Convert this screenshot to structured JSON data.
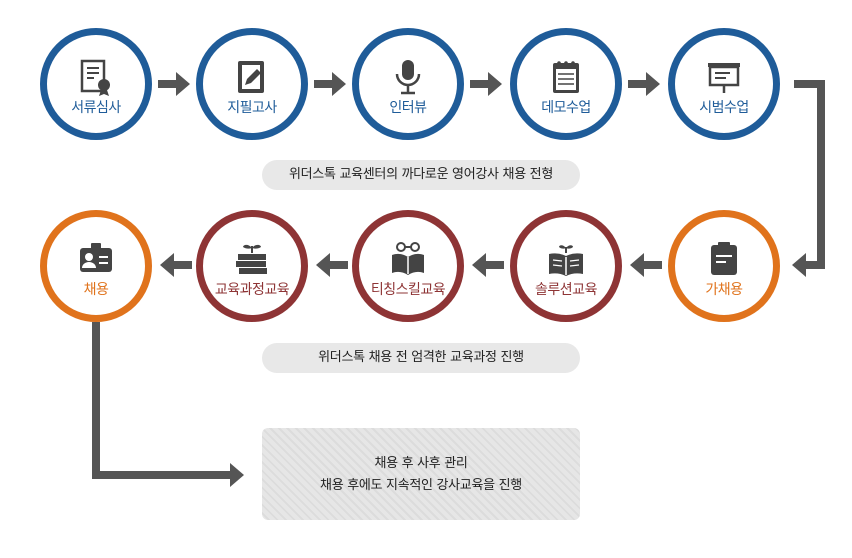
{
  "row1": [
    {
      "label": "서류심사",
      "icon": "document-certificate-icon"
    },
    {
      "label": "지필고사",
      "icon": "pen-paper-icon"
    },
    {
      "label": "인터뷰",
      "icon": "microphone-icon"
    },
    {
      "label": "데모수업",
      "icon": "notepad-icon"
    },
    {
      "label": "시범수업",
      "icon": "presentation-board-icon"
    }
  ],
  "row2": [
    {
      "label": "채용",
      "icon": "id-badge-icon"
    },
    {
      "label": "교육과정교육",
      "icon": "books-sprout-icon"
    },
    {
      "label": "티칭스킬교육",
      "icon": "glasses-book-icon"
    },
    {
      "label": "솔루션교육",
      "icon": "open-book-sprout-icon"
    },
    {
      "label": "가채용",
      "icon": "clipboard-icon"
    }
  ],
  "pill1": "위더스톡 교육센터의 까다로운 영어강사 채용 전형",
  "pill2": "위더스톡 채용 전 엄격한 교육과정 진행",
  "final_box": {
    "line1": "채용 후 사후 관리",
    "line2": "채용 후에도 지속적인 강사교육을 진행"
  },
  "colors": {
    "blue": "#1f5c99",
    "red": "#8e3435",
    "orange": "#e0731c",
    "arrow": "#555555"
  }
}
